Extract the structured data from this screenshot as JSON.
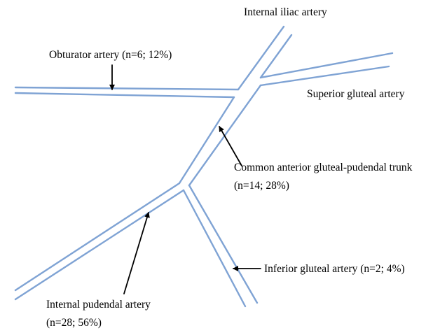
{
  "colors": {
    "background": "#ffffff",
    "vessel": "#7fa3d4",
    "arrow": "#000000",
    "text": "#000000"
  },
  "labels": {
    "internal_iliac": "Internal iliac artery",
    "obturator": "Obturator artery (n=6; 12%)",
    "superior_gluteal": "Superior gluteal artery",
    "common_trunk_line1": "Common anterior gluteal-pudendal trunk",
    "common_trunk_line2": "(n=14; 28%)",
    "inferior_gluteal": "Inferior gluteal artery (n=2; 4%)",
    "internal_pudendal_line1": "Internal pudendal artery",
    "internal_pudendal_line2": "(n=28; 56%)"
  }
}
